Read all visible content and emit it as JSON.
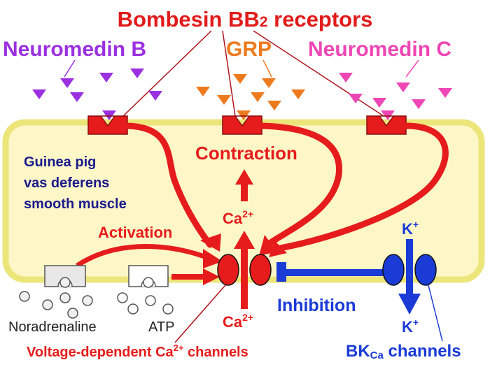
{
  "title": {
    "main": "Bombesin BB",
    "sub": "2",
    "tail": " receptors",
    "color": "#e21a1a"
  },
  "ligands": {
    "neuromedin_b": {
      "label": "Neuromedin B",
      "color": "#9b30e0"
    },
    "grp": {
      "label": "GRP",
      "color": "#ee7a1e"
    },
    "neuromedin_c": {
      "label": "Neuromedin C",
      "color": "#ee46b4"
    }
  },
  "cell": {
    "label_line1": "Guinea pig",
    "label_line2": "vas deferens",
    "label_line3": "smooth muscle",
    "fill": "#fdf7c8",
    "border": "#ece57a",
    "text_color": "#1a1a8c"
  },
  "labels": {
    "contraction": "Contraction",
    "activation": "Activation",
    "ca_inside": "Ca",
    "ca_inside_sup": "2+",
    "ca_outside": "Ca",
    "ca_outside_sup": "2+",
    "k_inside": "K",
    "k_inside_sup": "+",
    "k_outside": "K",
    "k_outside_sup": "+",
    "inhibition": "Inhibition",
    "noradrenaline": "Noradrenaline",
    "atp": "ATP",
    "vdcc_pre": "Voltage-dependent Ca",
    "vdcc_sup": "2+",
    "vdcc_post": " channels",
    "bk_pre": "BK",
    "bk_sub": "Ca",
    "bk_post": " channels"
  },
  "colors": {
    "red": "#e61c1c",
    "blue": "#1a3bd6",
    "dark_red_line": "#b0141c",
    "receptor_gray": "#8c8c8c"
  }
}
